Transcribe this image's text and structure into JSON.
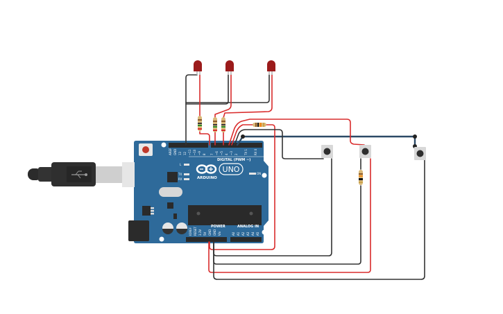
{
  "board": {
    "brand": "ARDUINO",
    "model": "UNO",
    "digital_header_label": "DIGITAL (PWM ~)",
    "power_header_label": "POWER",
    "analog_header_label": "ANALOG IN",
    "led_l": "L",
    "led_tx": "TX",
    "led_rx": "RX",
    "led_on": "ON",
    "digital_pins": [
      "AREF",
      "GND",
      "13",
      "12",
      "~11",
      "~10",
      "~9",
      "8",
      "7",
      "~6",
      "~5",
      "4",
      "~3",
      "2",
      "TX 1",
      "RX 0"
    ],
    "power_pins": [
      "IOREF",
      "RESET",
      "3.3V",
      "5V",
      "GND",
      "GND",
      "Vin"
    ],
    "analog_pins": [
      "A0",
      "A1",
      "A2",
      "A3",
      "A4",
      "A5"
    ]
  },
  "components": {
    "leds": [
      {
        "name": "led-1",
        "color": "#9b1b1b"
      },
      {
        "name": "led-2",
        "color": "#9b1b1b"
      },
      {
        "name": "led-3",
        "color": "#9b1b1b"
      }
    ],
    "pushbuttons": 3,
    "resistors": 5
  },
  "colors": {
    "board": "#2e6a9a",
    "board_dark": "#245a85",
    "wire_red": "#d92b2b",
    "wire_black": "#333333",
    "wire_blue": "#2c4a66",
    "header": "#2a2a2a"
  }
}
